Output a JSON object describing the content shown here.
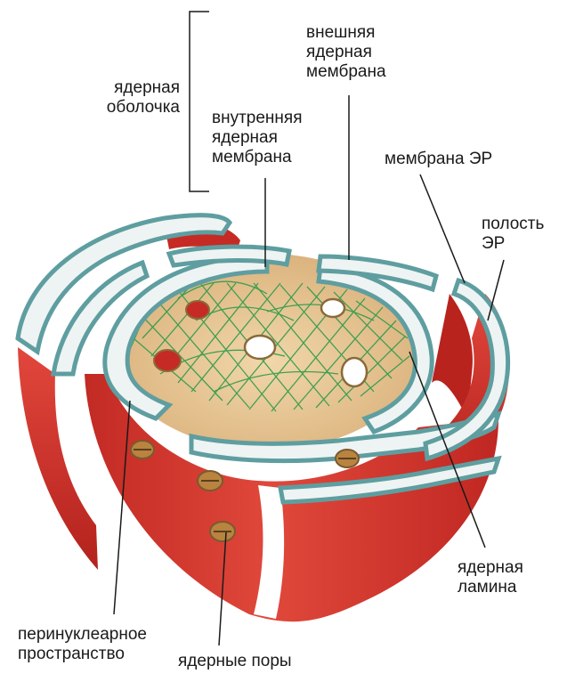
{
  "labels": {
    "nuclear_envelope": [
      "ядерная",
      "оболочка"
    ],
    "outer_membrane": [
      "внешняя",
      "ядерная",
      "мембрана"
    ],
    "inner_membrane": [
      "внутренняя",
      "ядерная",
      "мембрана"
    ],
    "er_membrane": [
      "мембрана ЭР"
    ],
    "er_lumen": [
      "полость",
      "ЭР"
    ],
    "nuclear_lamina": [
      "ядерная",
      "ламина"
    ],
    "perinuclear_space": [
      "перинуклеарное",
      "пространство"
    ],
    "nuclear_pores": [
      "ядерные поры"
    ]
  },
  "colors": {
    "membrane_red": "#d9382f",
    "membrane_dark": "#a8201c",
    "membrane_edge": "#5f9ea0",
    "lumen": "#eef4f3",
    "interior": "#e7c596",
    "lamina_fibers": "#2e9b4a",
    "pore_rim": "#8a6a3a",
    "leader_line": "#1a1a1a"
  }
}
